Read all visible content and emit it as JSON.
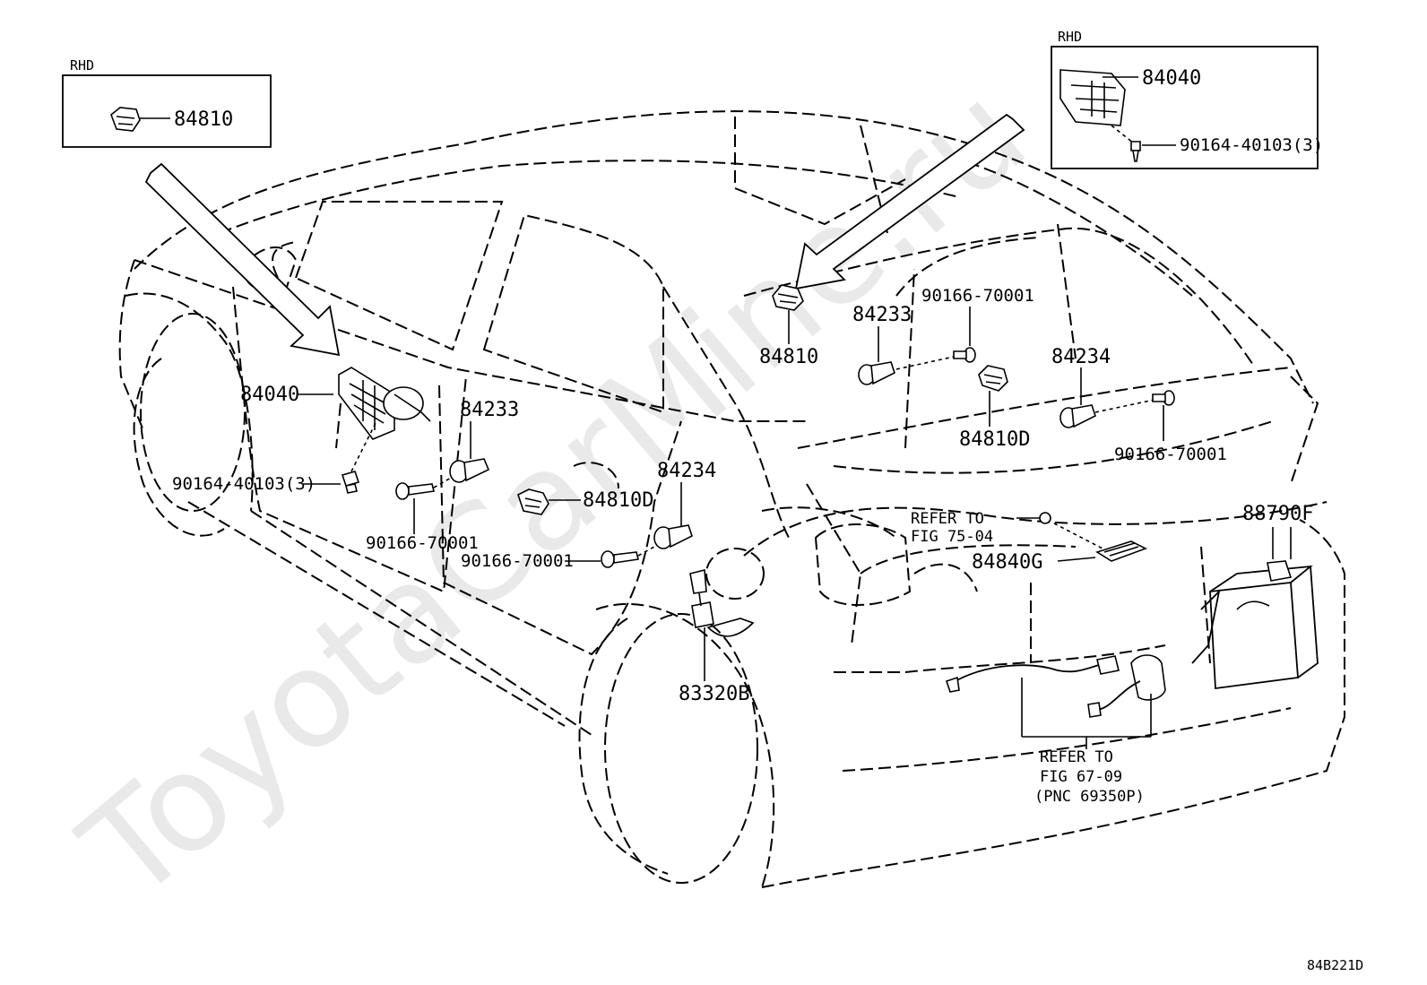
{
  "watermark": "ToyotaCarMine.ru",
  "figure_code": "84B221D",
  "insets": {
    "left": {
      "tag": "RHD",
      "part": "84810"
    },
    "right": {
      "tag": "RHD",
      "part": "84040",
      "screw": "90164-40103(3)"
    }
  },
  "callouts": {
    "c84040": "84040",
    "c90164": "90164-40103(3)",
    "c84233_front": "84233",
    "c90166_front_a": "90166-70001",
    "c84810d_front": "84810D",
    "c84234_front": "84234",
    "c90166_front_b": "90166-70001",
    "c83320b": "83320B",
    "c84810_rear": "84810",
    "c84233_rear": "84233",
    "c90166_rear_a": "90166-70001",
    "c84234_rear": "84234",
    "c84810d_rear": "84810D",
    "c90166_rear_b": "90166-70001",
    "c84840g": "84840G",
    "c88790f": "88790F"
  },
  "refer_notes": {
    "fig7504_line1": "REFER TO",
    "fig7504_line2": "FIG 75-04",
    "fig6709_line1": "REFER TO",
    "fig6709_line2": "FIG 67-09",
    "fig6709_line3": "(PNC 69350P)"
  }
}
